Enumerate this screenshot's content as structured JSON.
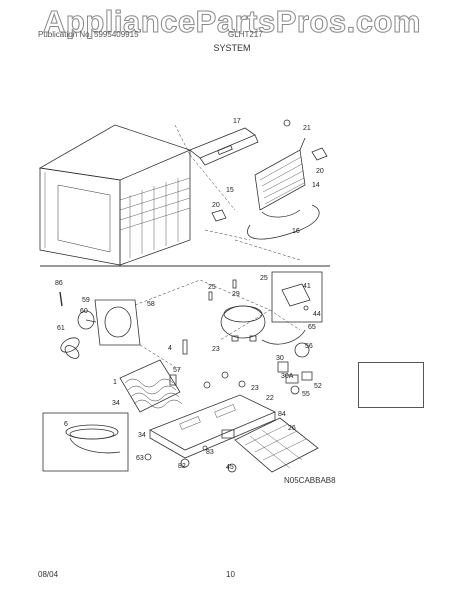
{
  "watermark": "AppliancePartsPros.com",
  "header": {
    "left": "Publication No. 5995409915",
    "model": "GLHT217",
    "section": "SYSTEM"
  },
  "footer": {
    "date": "08/04",
    "page": "10"
  },
  "ref_code": "N05CABBAB8",
  "callouts": [
    "17",
    "21",
    "20",
    "15",
    "14",
    "20",
    "16",
    "86",
    "25",
    "25",
    "41",
    "59",
    "58",
    "29",
    "44",
    "60",
    "65",
    "61",
    "4",
    "56",
    "23",
    "57",
    "30",
    "1",
    "23",
    "52",
    "22",
    "30A",
    "55",
    "34",
    "84",
    "26",
    "6",
    "34",
    "83",
    "45",
    "63",
    "82"
  ]
}
